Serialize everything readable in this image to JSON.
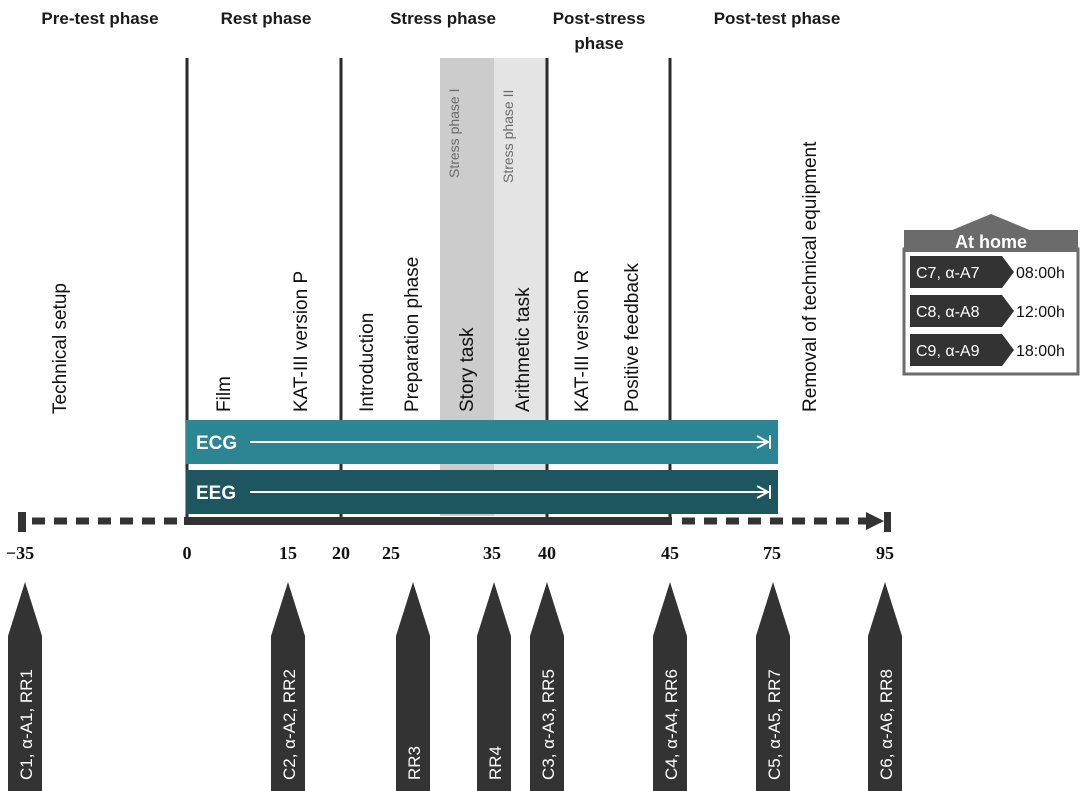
{
  "phases": {
    "pretest": "Pre-test phase",
    "rest": "Rest phase",
    "stress": "Stress phase",
    "poststress_line1": "Post-stress",
    "poststress_line2": "phase",
    "posttest": "Post-test phase"
  },
  "activities": {
    "technical_setup": "Technical setup",
    "film": "Film",
    "kat_p": "KAT-III version P",
    "introduction": "Introduction",
    "preparation": "Preparation phase",
    "story_task": "Story task",
    "arithmetic_task": "Arithmetic task",
    "kat_r": "KAT-III version R",
    "positive_feedback": "Positive feedback",
    "removal": "Removal of technical equipment"
  },
  "stress_subphases": {
    "phase1": "Stress phase I",
    "phase2": "Stress phase II"
  },
  "recordings": {
    "ecg": "ECG",
    "eeg": "EEG"
  },
  "ticks": [
    "−35",
    "0",
    "15",
    "20",
    "25",
    "35",
    "40",
    "45",
    "75",
    "95"
  ],
  "measurements": [
    "C1, α-A1, RR1",
    "C2, α-A2, RR2",
    "RR3",
    "RR4",
    "C3, α-A3, RR5",
    "C4, α-A4, RR6",
    "C5, α-A5, RR7",
    "C6, α-A6, RR8"
  ],
  "home": {
    "title": "At home",
    "rows": [
      {
        "label": "C7, α-A7",
        "time": "08:00h"
      },
      {
        "label": "C8, α-A8",
        "time": "12:00h"
      },
      {
        "label": "C9, α-A9",
        "time": "18:00h"
      }
    ]
  },
  "colors": {
    "ecg_band": "#2c8592",
    "eeg_band": "#1e5660",
    "stress_phase_1": "#cccccc",
    "stress_phase_2": "#e4e4e4",
    "arrow_fill": "#333333",
    "axis": "#333333",
    "divider": "#2b2b2b",
    "home_box": "#6b6b6b"
  }
}
